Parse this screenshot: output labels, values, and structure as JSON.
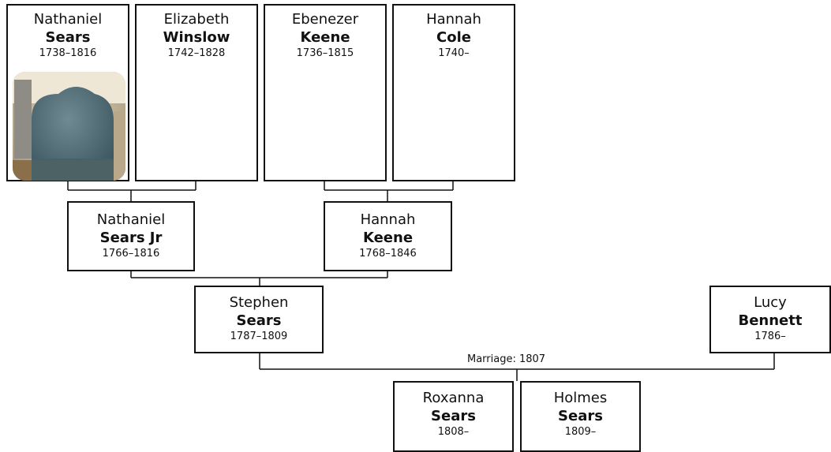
{
  "people": {
    "nathaniel_sears": {
      "given": "Nathaniel",
      "surname": "Sears",
      "dates": "1738–1816"
    },
    "elizabeth_winslow": {
      "given": "Elizabeth",
      "surname": "Winslow",
      "dates": "1742–1828"
    },
    "ebenezer_keene": {
      "given": "Ebenezer",
      "surname": "Keene",
      "dates": "1736–1815"
    },
    "hannah_cole": {
      "given": "Hannah",
      "surname": "Cole",
      "dates": "1740–"
    },
    "nathaniel_sears_jr": {
      "given": "Nathaniel",
      "surname": "Sears Jr",
      "dates": "1766–1816"
    },
    "hannah_keene": {
      "given": "Hannah",
      "surname": "Keene",
      "dates": "1768–1846"
    },
    "stephen_sears": {
      "given": "Stephen",
      "surname": "Sears",
      "dates": "1787–1809"
    },
    "lucy_bennett": {
      "given": "Lucy",
      "surname": "Bennett",
      "dates": "1786–"
    },
    "roxanna_sears": {
      "given": "Roxanna",
      "surname": "Sears",
      "dates": "1808–"
    },
    "holmes_sears": {
      "given": "Holmes",
      "surname": "Sears",
      "dates": "1809–"
    }
  },
  "marriage_label": "Marriage: 1807"
}
